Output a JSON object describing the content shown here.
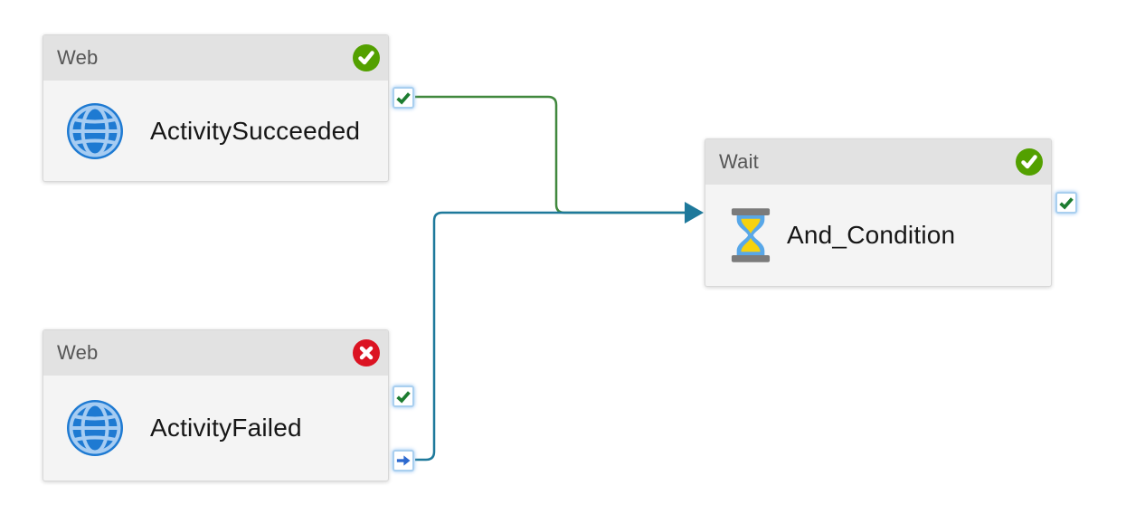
{
  "diagram": {
    "nodes": [
      {
        "type_label": "Web",
        "name": "ActivitySucceeded",
        "icon": "globe-icon",
        "status": "Succeeded",
        "status_icon": "check-circle",
        "output_ports": [
          "success"
        ]
      },
      {
        "type_label": "Web",
        "name": "ActivityFailed",
        "icon": "globe-icon",
        "status": "Failed",
        "status_icon": "x-circle",
        "output_ports": [
          "success",
          "completion"
        ]
      },
      {
        "type_label": "Wait",
        "name": "And_Condition",
        "icon": "hourglass-icon",
        "status": "Succeeded",
        "status_icon": "check-circle",
        "output_ports": [
          "success"
        ]
      }
    ],
    "edges": [
      {
        "from": "ActivitySucceeded",
        "from_port": "success",
        "to": "And_Condition",
        "color": "#41883E"
      },
      {
        "from": "ActivityFailed",
        "from_port": "completion",
        "to": "And_Condition",
        "color": "#1E799B"
      }
    ],
    "colors": {
      "succeeded_badge": "#53A000",
      "failed_badge": "#DB1322",
      "success_edge_green": "#41883E",
      "completion_edge_teal": "#1E799B",
      "port_border_blue": "#A9CFEF",
      "port_check_green": "#1C7C30",
      "port_arrow_blue": "#2C69CF",
      "node_header_gray": "#E2E2E2",
      "node_body_gray": "#F4F4F4",
      "globe_blue": "#1E7AD2",
      "hourglass_sand_yellow": "#F6D20E",
      "hourglass_glass_blue": "#58A7E8"
    }
  }
}
